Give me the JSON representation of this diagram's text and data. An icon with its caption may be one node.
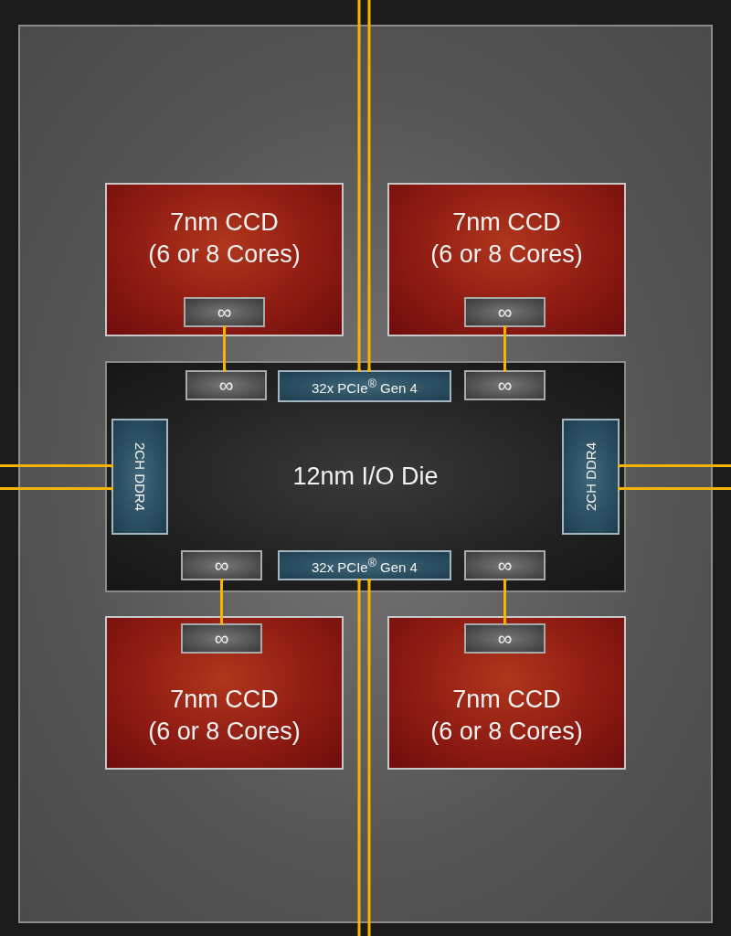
{
  "diagram": {
    "nodes": [
      {
        "text": [],
        "shape": "box"
      },
      {
        "text": [
          "7nm CCD",
          "(6 or 8 Cores)"
        ],
        "in": 0
      },
      {
        "text": [
          "∞"
        ],
        "in": 1
      },
      {
        "text": [
          "7nm CCD",
          "(6 or 8 Cores)"
        ],
        "in": 0
      },
      {
        "text": [
          "∞"
        ],
        "in": 3
      },
      {
        "text": [
          "12nm I/O Die"
        ],
        "in": 0
      },
      {
        "text": [
          "∞"
        ],
        "in": 5
      },
      {
        "text": [
          "32x PCIe$^{®}$ Gen 4"
        ],
        "in": 5
      },
      {
        "text": [
          "∞"
        ],
        "in": 5
      },
      {
        "text": [
          "2CH DDR4"
        ],
        "in": 5
      },
      {
        "text": [
          "2CH DDR4"
        ],
        "in": 5
      },
      {
        "text": [
          "∞"
        ],
        "in": 5
      },
      {
        "text": [
          "32x PCIe$^{®}$ Gen 4"
        ],
        "in": 5
      },
      {
        "text": [
          "∞"
        ],
        "in": 5
      },
      {
        "text": [
          "7nm CCD",
          "(6 or 8 Cores)"
        ],
        "in": 0
      },
      {
        "text": [
          "∞"
        ],
        "in": 14
      },
      {
        "text": [
          "7nm CCD",
          "(6 or 8 Cores)"
        ],
        "in": 0
      },
      {
        "text": [
          "∞"
        ],
        "in": 16
      }
    ],
    "edges": [
      {
        "from": 2,
        "to": 6,
        "arrow": "other"
      },
      {
        "from": 4,
        "to": 8,
        "arrow": "other"
      },
      {
        "from": 7,
        "to": null,
        "arrow": "other"
      },
      {
        "from": 7,
        "to": null,
        "arrow": "other"
      },
      {
        "from": 9,
        "to": null,
        "arrow": "other"
      },
      {
        "from": 9,
        "to": null,
        "arrow": "other"
      },
      {
        "from": 10,
        "to": null,
        "arrow": "other"
      },
      {
        "from": 10,
        "to": null,
        "arrow": "other"
      },
      {
        "from": 11,
        "to": 15,
        "arrow": "other"
      },
      {
        "from": 13,
        "to": 17,
        "arrow": "other"
      },
      {
        "from": 12,
        "to": null,
        "arrow": "other"
      },
      {
        "from": 12,
        "to": null,
        "arrow": "other"
      }
    ]
  }
}
